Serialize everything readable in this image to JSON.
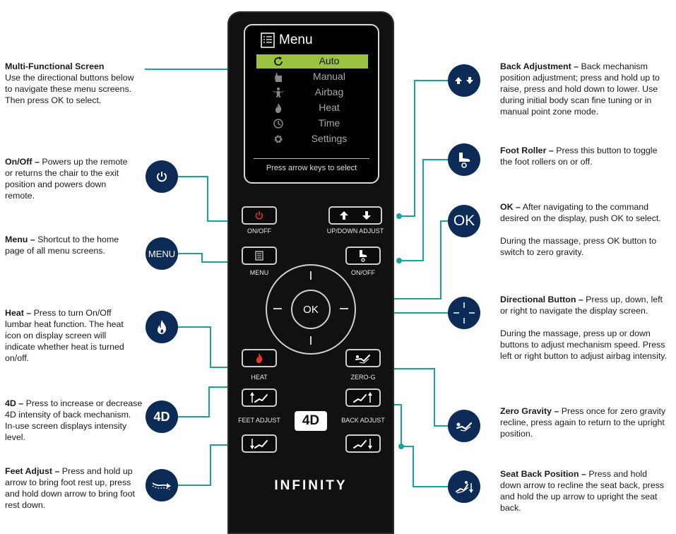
{
  "callouts": {
    "screen": {
      "title": "Multi-Functional Screen",
      "text": "Use the directional buttons below to navigate these menu screens. Then press OK to select."
    },
    "onoff": {
      "title": "On/Off –",
      "text": "Powers up the remote or returns the chair to the exit position and powers down remote."
    },
    "menu": {
      "title": "Menu –",
      "text": "Shortcut to the home page of all menu screens."
    },
    "heat": {
      "title": "Heat –",
      "text": "Press to turn On/Off lumbar heat function. The heat icon on display screen will indicate whether heat is turned on/off."
    },
    "fourd": {
      "title": "4D –",
      "text": "Press to increase or decrease 4D intensity of back mechanism. In-use screen displays intensity level."
    },
    "feet": {
      "title": "Feet Adjust –",
      "text": "Press and hold up arrow to bring foot rest up, press and hold down arrow to bring foot rest down."
    },
    "back": {
      "title": "Back Adjustment –",
      "text": "Back mechanism position adjustment; press and hold up to raise, press and hold down to lower. Use during initial body scan fine tuning or in manual point zone mode."
    },
    "roller": {
      "title": "Foot Roller –",
      "text": "Press this button to toggle the foot rollers on or off."
    },
    "ok": {
      "title": "OK –",
      "text": "After navigating to the command desired on the display, push OK to select.",
      "text2": "During the massage, press OK button to switch to zero gravity."
    },
    "dir": {
      "title": "Directional Button –",
      "text": "Press up, down, left or right to navigate the display screen.",
      "text2": "During the massage, press up or down buttons to adjust mechanism speed. Press left or right button to adjust airbag intensity."
    },
    "zerog": {
      "title": "Zero Gravity –",
      "text": "Press once for zero gravity recline, press again to return to the upright position."
    },
    "seat": {
      "title": "Seat Back Position –",
      "text": "Press and hold down arrow to recline the seat back, press and hold the up arrow to upright the seat back."
    }
  },
  "bubbles": {
    "menu": "MENU",
    "fourd": "4D",
    "ok": "OK"
  },
  "screen": {
    "title": "Menu",
    "items": [
      "Auto",
      "Manual",
      "Airbag",
      "Heat",
      "Time",
      "Settings"
    ],
    "selected": "Auto",
    "hint": "Press arrow keys to select"
  },
  "remote": {
    "onoff_label": "ON/OFF",
    "updown_label": "UP/DOWN ADJUST",
    "menu_label": "MENU",
    "roller_label": "ON/OFF",
    "ok_label": "OK",
    "heat_label": "HEAT",
    "zerog_label": "ZERO-G",
    "feet_label": "FEET ADJUST",
    "fourd_label": "4D",
    "back_label": "BACK ADJUST",
    "brand": "INFINITY"
  },
  "colors": {
    "connector": "#1aa39a",
    "bubble": "#0d2b57",
    "selected": "#9bc33f",
    "power": "#d9332b",
    "heat": "#e33a2a"
  }
}
